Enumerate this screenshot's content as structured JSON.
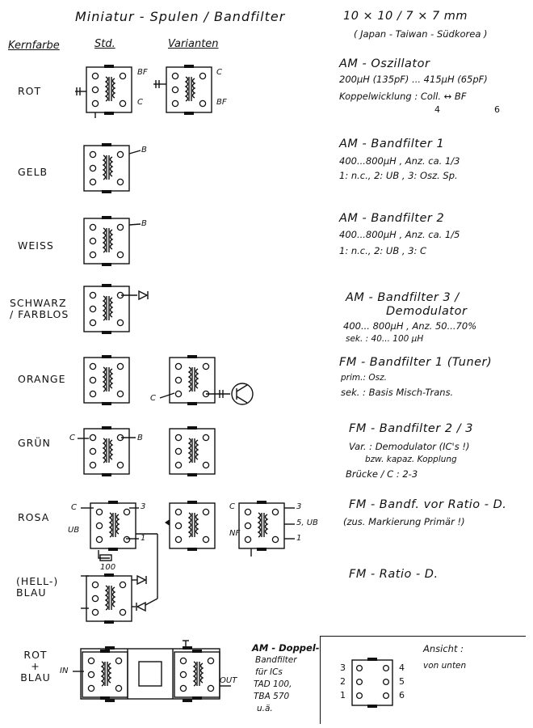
{
  "title": "Miniatur - Spulen / Bandfilter",
  "size": "10 × 10 / 7 × 7 mm",
  "origin": "( Japan - Taiwan - Südkorea )",
  "headers": {
    "core": "Kernfarbe",
    "std": "Std.",
    "variants": "Varianten"
  },
  "rows": [
    {
      "color": "ROT",
      "lines": [
        "AM - Oszillator",
        "200µH (135pF) ... 415µH (65pF)",
        "Koppelwicklung : Coll. ↔ BF"
      ],
      "notes": [
        "4",
        "6"
      ]
    },
    {
      "color": "GELB",
      "lines": [
        "AM - Bandfilter 1",
        "400...800µH , Anz. ca. 1/3",
        "1: n.c., 2: UB , 3: Osz. Sp."
      ]
    },
    {
      "color": "WEISS",
      "lines": [
        "AM - Bandfilter 2",
        "400...800µH , Anz. ca. 1/5",
        "1: n.c., 2: UB , 3: C"
      ]
    },
    {
      "color": "SCHWARZ / FARBLOS",
      "lines": [
        "AM - Bandfilter 3 /",
        "Demodulator",
        "400... 800µH , Anz. 50...70%",
        "sek. : 40... 100 µH"
      ]
    },
    {
      "color": "ORANGE",
      "lines": [
        "FM - Bandfilter 1 (Tuner)",
        "prim.: Osz.",
        "sek. : Basis Misch-Trans."
      ]
    },
    {
      "color": "GRÜN",
      "lines": [
        "FM - Bandfilter 2 / 3",
        "Var. : Demodulator (IC's !)",
        "bzw. kapaz. Kopplung",
        "Brücke / C : 2-3"
      ]
    },
    {
      "color": "ROSA",
      "lines": [
        "FM - Bandf. vor Ratio - D.",
        "(zus. Markierung Primär !)"
      ]
    },
    {
      "color": "(HELL-) BLAU",
      "lines": [
        "FM - Ratio - D."
      ]
    },
    {
      "color": "ROT + BLAU",
      "lines": [
        "AM - Doppel-",
        "Bandfilter",
        "für ICs",
        "TAD 100,",
        "TBA 570",
        "u.ä."
      ]
    }
  ],
  "diagram_labels": {
    "bf": "BF",
    "c": "C",
    "b": "B",
    "ub": "UB",
    "nf": "NF",
    "in": "IN",
    "out": "OUT",
    "r100": "100",
    "p3": "3",
    "p1": "1",
    "p5ub": "5, UB"
  },
  "bottom_view": {
    "title": "Ansicht :",
    "subtitle": "von unten",
    "left_pins": [
      "3",
      "2",
      "1"
    ],
    "right_pins": [
      "4",
      "5",
      "6"
    ]
  }
}
